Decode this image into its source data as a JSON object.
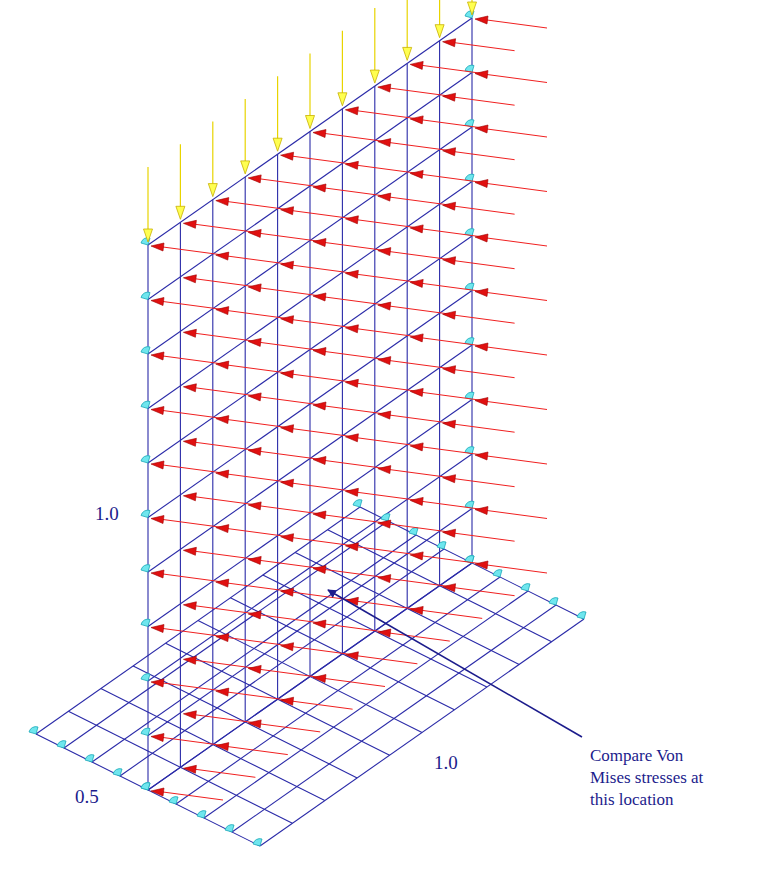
{
  "diagram": {
    "labels": [
      "1.0",
      "1.0",
      "0.5",
      "Compare Von Mises stresses at this location"
    ]
  }
}
